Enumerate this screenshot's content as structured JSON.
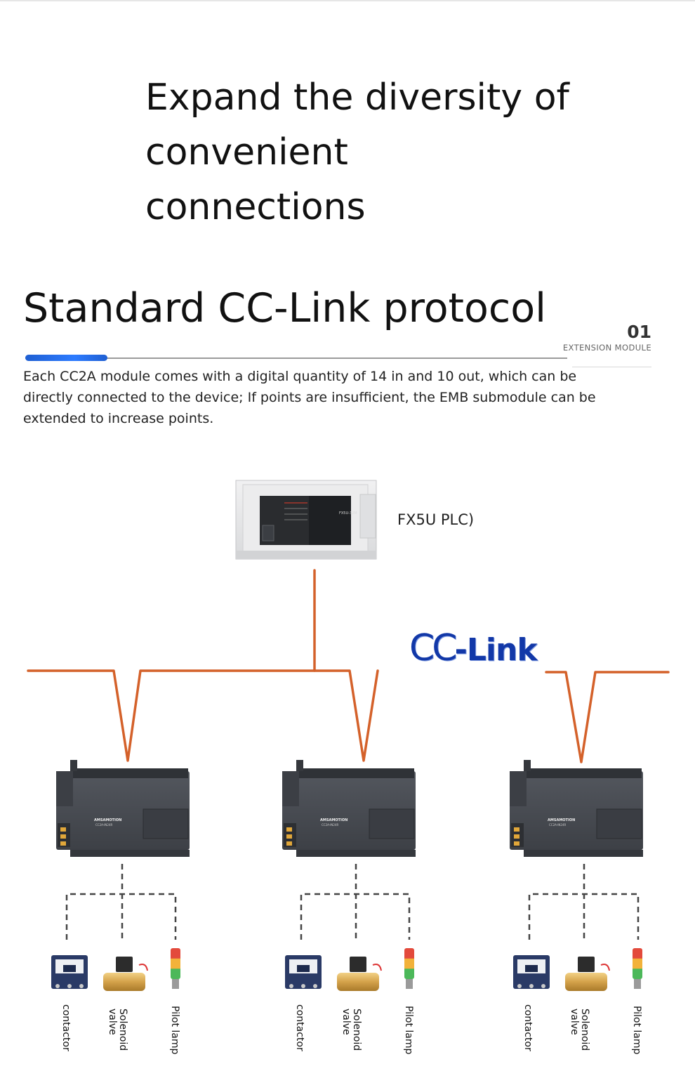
{
  "headline": {
    "lines": [
      "Expand the diversity of",
      "convenient",
      "connections"
    ]
  },
  "section": {
    "title": "Standard CC-Link protocol",
    "number": "01",
    "tag": "EXTENSION MODULE",
    "description": "Each CC2A module comes with a digital quantity of 14 in and 10 out, which can be directly connected to the device; If points are insufficient, the EMB submodule can be extended to increase points."
  },
  "diagram": {
    "master_label": "FX5U PLC)",
    "bus_logo": {
      "prefix": "CC",
      "suffix": "-Link"
    },
    "module_brand": "AMSAMOTION",
    "module_model": "CC2A-IN24R",
    "master_model": "FX5U-32M",
    "device_labels": {
      "contactor": "contactor",
      "solenoid": "Solenoid valve",
      "pilot": "Pilot lamp"
    },
    "colors": {
      "bus_line": "#d4612a",
      "module_body": "#4a4e55",
      "module_top": "#2f3237",
      "plc_body": "#e7e8e9",
      "plc_panel": "#26282b",
      "dashed": "#444444",
      "accent_blue": "#1f5fd2",
      "brass": "#d8a84a",
      "contactor": "#2a3a66"
    }
  }
}
